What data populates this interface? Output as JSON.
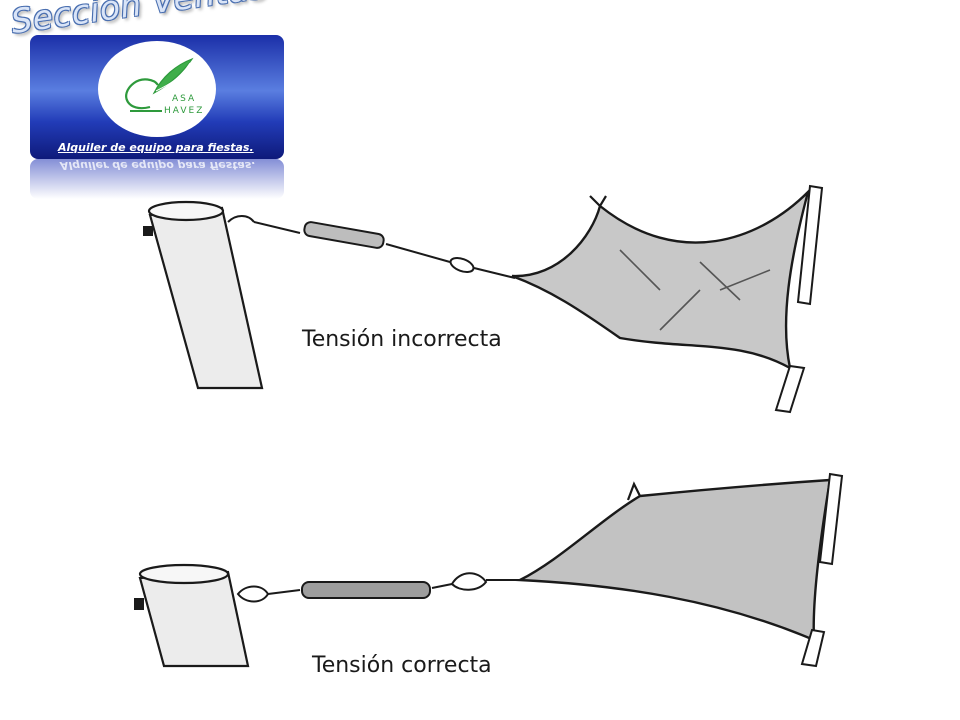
{
  "header": {
    "section_title": "Sección Ventas"
  },
  "logo": {
    "brand_line1": "ASA",
    "brand_line2": "HAVEZ",
    "tagline": "Alquiler de equipo para fiestas."
  },
  "illustrations": [
    {
      "caption": "Tensión incorrecta"
    },
    {
      "caption": "Tensión correcta"
    }
  ],
  "colors": {
    "banner_dark": "#0e1a7a",
    "banner_light": "#5a7ee0",
    "logo_green": "#2e9a3c",
    "sail_fill": "#c8c8c8",
    "line_ink": "#1a1a1a"
  }
}
